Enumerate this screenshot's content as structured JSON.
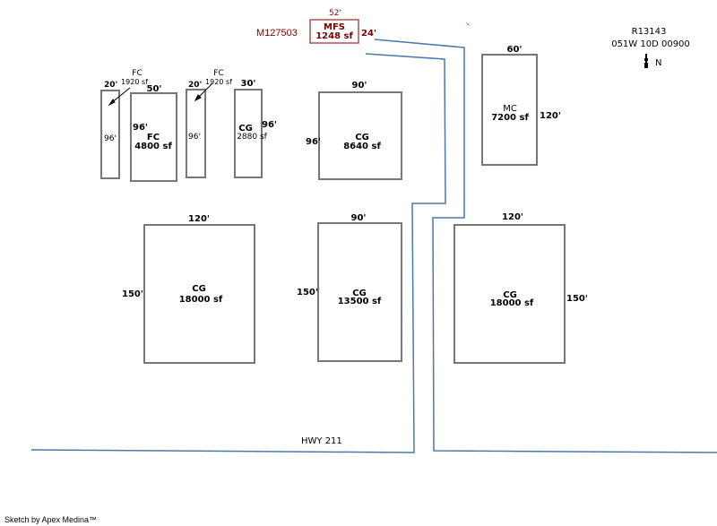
{
  "header": {
    "account_id": "M127503",
    "parcel_id": "R13143",
    "map_ref": "051W 10D 00900",
    "north_label": "N"
  },
  "road": {
    "label": "HWY 211"
  },
  "footer": {
    "credit": "Sketch by Apex Medina™"
  },
  "colors": {
    "building_stroke": "#777777",
    "road_stroke": "#4a78b0",
    "highlight_stroke": "#b05050",
    "highlight_text": "#7a0000"
  },
  "buildings": [
    {
      "code": "MFS",
      "area": "1248 sf",
      "width_label": "52'",
      "depth_label": "24'",
      "highlight": true
    },
    {
      "code": "FC",
      "area": "1920 sf",
      "width_label": "20'",
      "depth_label": "96'"
    },
    {
      "code": "FC",
      "area": "4800 sf",
      "width_label": "50'",
      "depth_label": "96'"
    },
    {
      "code": "FC",
      "area": "1920 sf",
      "width_label": "20'",
      "depth_label": "96'"
    },
    {
      "code": "CG",
      "area": "2880 sf",
      "width_label": "30'",
      "depth_label": "96'"
    },
    {
      "code": "CG",
      "area": "8640 sf",
      "width_label": "90'",
      "depth_label": "96'"
    },
    {
      "code": "MC",
      "area": "7200 sf",
      "width_label": "60'",
      "depth_label": "120'"
    },
    {
      "code": "CG",
      "area": "18000 sf",
      "width_label": "120'",
      "depth_label": "150'"
    },
    {
      "code": "CG",
      "area": "13500 sf",
      "width_label": "90'",
      "depth_label": "150'"
    },
    {
      "code": "CG",
      "area": "18000 sf",
      "width_label": "120'",
      "depth_label": "150'"
    }
  ]
}
